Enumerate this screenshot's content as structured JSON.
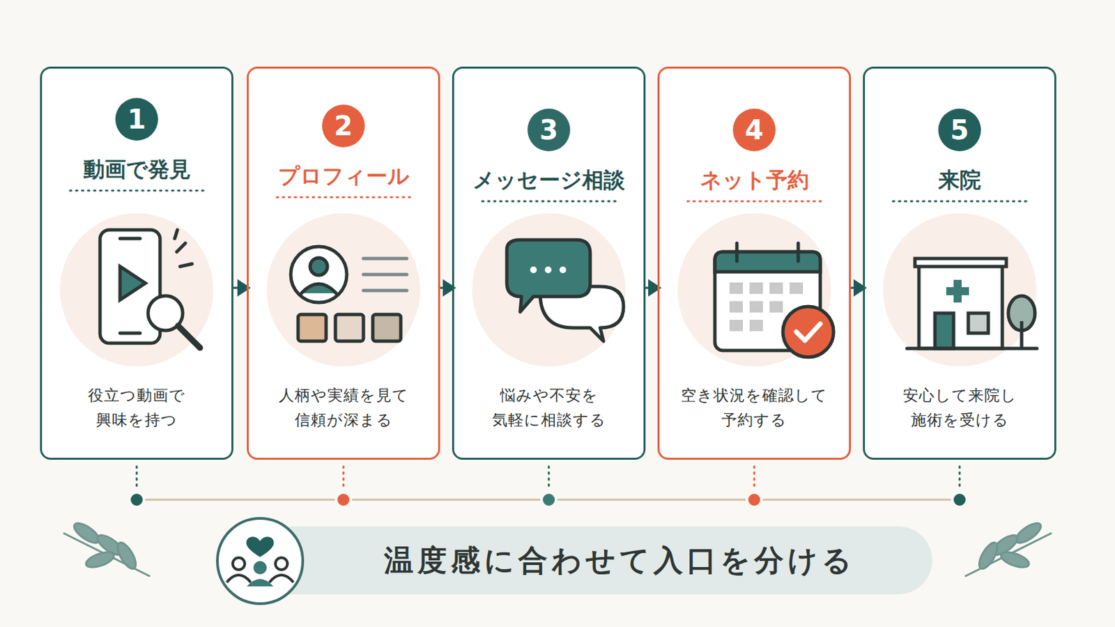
{
  "diagram": {
    "nodes": [
      {
        "text": [
          "動画で発見",
          "役立つ動画で 興味を持つ"
        ]
      },
      {
        "text": [
          "1"
        ],
        "in": 0
      },
      {
        "text": [
          "プロフィール",
          "人柄や実績を見て 信頼が深まる"
        ]
      },
      {
        "text": [
          "2"
        ],
        "in": 2
      },
      {
        "text": [
          "メッセージ相談",
          "悩みや不安を 気軽に相談する"
        ]
      },
      {
        "text": [
          "3"
        ],
        "in": 4
      },
      {
        "text": [
          "ネット予約",
          "空き状況を確認して 予約する"
        ]
      },
      {
        "text": [
          "4"
        ],
        "in": 6
      },
      {
        "text": [
          "来院",
          "安心して来院し 施術を受ける"
        ]
      },
      {
        "text": [
          "5"
        ],
        "in": 8
      },
      {
        "text": [
          "温度感に合わせて入口を分ける"
        ]
      }
    ],
    "edges": [
      {
        "from": 0,
        "to": 2,
        "arrow": "to"
      },
      {
        "from": 2,
        "to": 4,
        "arrow": "to"
      },
      {
        "from": 4,
        "to": 6,
        "arrow": "to"
      },
      {
        "from": 6,
        "to": 8,
        "arrow": "to"
      }
    ]
  }
}
